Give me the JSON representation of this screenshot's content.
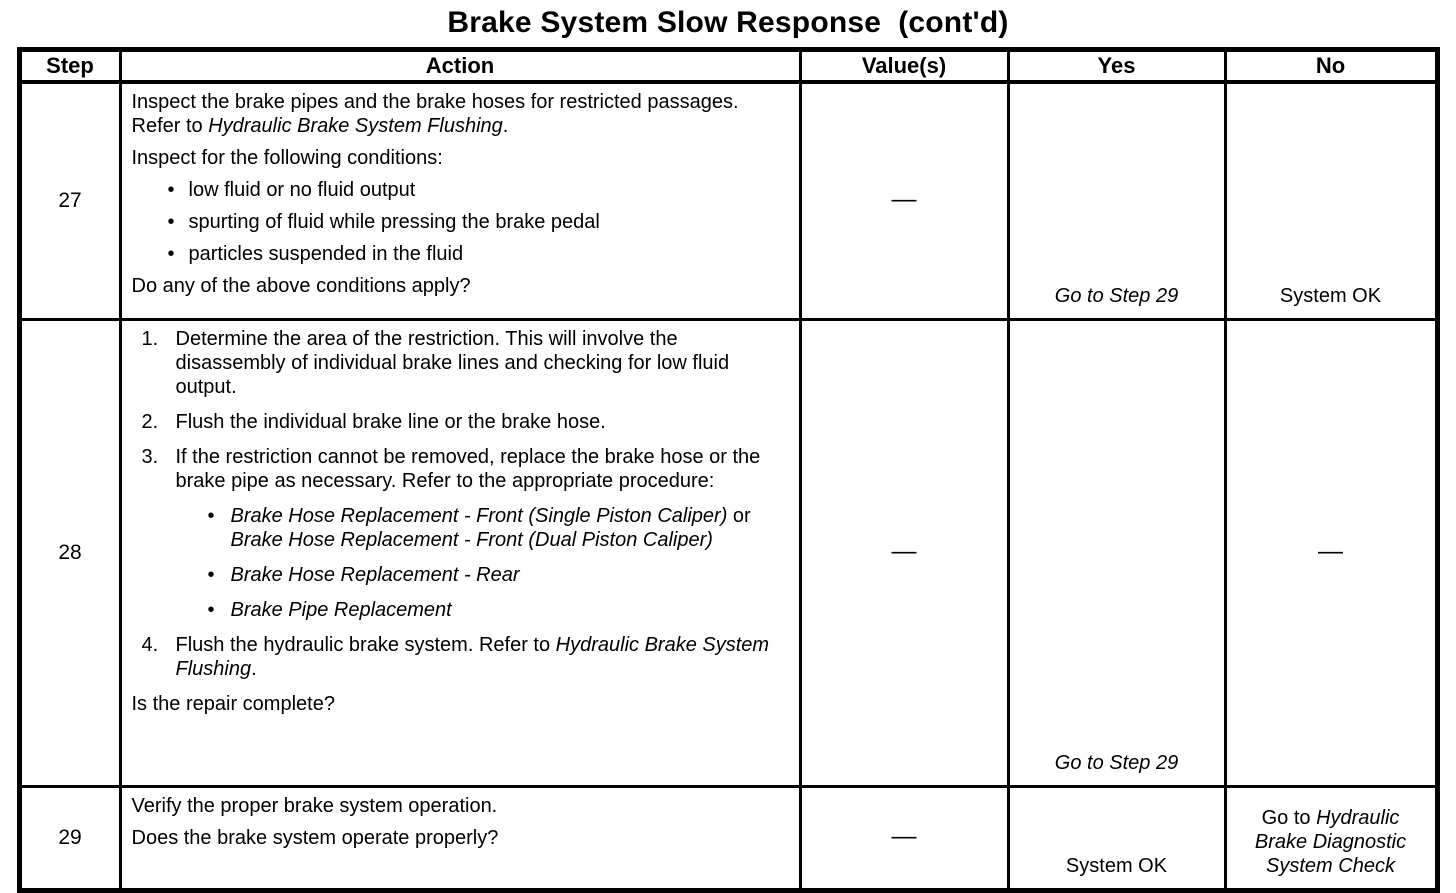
{
  "title": "Brake System Slow Response  (cont'd)",
  "table": {
    "headers": [
      "Step",
      "Action",
      "Value(s)",
      "Yes",
      "No"
    ],
    "rows": [
      {
        "step": "27",
        "action": {
          "blocks": [
            {
              "type": "p",
              "segments": [
                {
                  "t": "Inspect the brake pipes and the brake hoses for restricted passages. Refer to "
                },
                {
                  "t": "Hydraulic Brake System Flushing",
                  "i": true
                },
                {
                  "t": "."
                }
              ]
            },
            {
              "type": "p",
              "segments": [
                {
                  "t": "Inspect for the following conditions:"
                }
              ]
            },
            {
              "type": "bullet",
              "marker": "•",
              "segments": [
                {
                  "t": "low fluid or no fluid output"
                }
              ]
            },
            {
              "type": "bullet",
              "marker": "•",
              "segments": [
                {
                  "t": "spurting of fluid while pressing the brake pedal"
                }
              ]
            },
            {
              "type": "bullet",
              "marker": "•",
              "segments": [
                {
                  "t": "particles suspended in the fluid"
                }
              ]
            },
            {
              "type": "question",
              "segments": [
                {
                  "t": "Do any of the above conditions apply?"
                }
              ]
            }
          ]
        },
        "values": "—",
        "yes": {
          "segments": [
            {
              "t": "Go to Step 29",
              "i": true
            }
          ]
        },
        "no": {
          "segments": [
            {
              "t": "System OK"
            }
          ]
        }
      },
      {
        "step": "28",
        "action": {
          "blocks": [
            {
              "type": "num",
              "marker": "1.",
              "segments": [
                {
                  "t": "Determine the area of the restriction. This will involve the disassembly of individual brake lines and checking for low fluid output."
                }
              ]
            },
            {
              "type": "num",
              "marker": "2.",
              "segments": [
                {
                  "t": "Flush the individual brake line or the brake hose."
                }
              ]
            },
            {
              "type": "num",
              "marker": "3.",
              "segments": [
                {
                  "t": "If the restriction cannot be removed, replace the brake hose or the brake pipe as necessary. Refer to the appropriate procedure:"
                }
              ]
            },
            {
              "type": "bullet2",
              "marker": "•",
              "segments": [
                {
                  "t": "Brake Hose Replacement - Front (Single Piston Caliper)",
                  "i": true
                },
                {
                  "t": " or "
                },
                {
                  "t": "Brake Hose Replacement - Front (Dual Piston Caliper)",
                  "i": true
                }
              ]
            },
            {
              "type": "bullet2",
              "marker": "•",
              "segments": [
                {
                  "t": "Brake Hose Replacement - Rear",
                  "i": true
                }
              ]
            },
            {
              "type": "bullet2",
              "marker": "•",
              "segments": [
                {
                  "t": "Brake Pipe Replacement",
                  "i": true
                }
              ]
            },
            {
              "type": "num",
              "marker": "4.",
              "segments": [
                {
                  "t": "Flush the hydraulic brake system. Refer to "
                },
                {
                  "t": "Hydraulic Brake System Flushing",
                  "i": true
                },
                {
                  "t": "."
                }
              ]
            },
            {
              "type": "question",
              "segments": [
                {
                  "t": "Is the repair complete?"
                }
              ]
            }
          ]
        },
        "values": "—",
        "yes": {
          "segments": [
            {
              "t": "Go to Step 29",
              "i": true
            }
          ]
        },
        "no": {
          "segments": [
            {
              "t": "—"
            }
          ]
        }
      },
      {
        "step": "29",
        "action": {
          "blocks": [
            {
              "type": "p",
              "segments": [
                {
                  "t": "Verify the proper brake system operation."
                }
              ]
            },
            {
              "type": "question",
              "segments": [
                {
                  "t": "Does the brake system operate properly?"
                }
              ]
            }
          ]
        },
        "values": "—",
        "yes": {
          "segments": [
            {
              "t": "System OK"
            }
          ]
        },
        "no": {
          "segments": [
            {
              "t": "Go to "
            },
            {
              "t": "Hydraulic Brake Diagnostic System Check",
              "i": true
            }
          ]
        }
      }
    ]
  }
}
